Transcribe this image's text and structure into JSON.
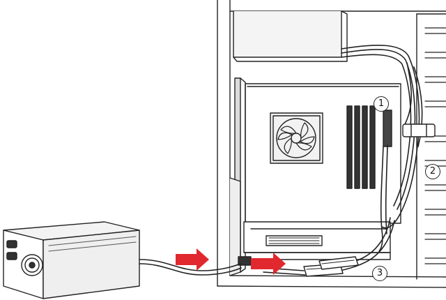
{
  "diagram": {
    "callouts": [
      {
        "id": "c1",
        "label": "1"
      },
      {
        "id": "c2",
        "label": "2"
      },
      {
        "id": "c3",
        "label": "3"
      }
    ],
    "colors": {
      "line": "#222222",
      "shade": "#e8e8e8",
      "arrow": "#e0282e"
    },
    "icons": [
      "power-supply",
      "computer-case",
      "motherboard",
      "cpu-fan",
      "ram-slot",
      "connector",
      "arrow-right"
    ]
  }
}
